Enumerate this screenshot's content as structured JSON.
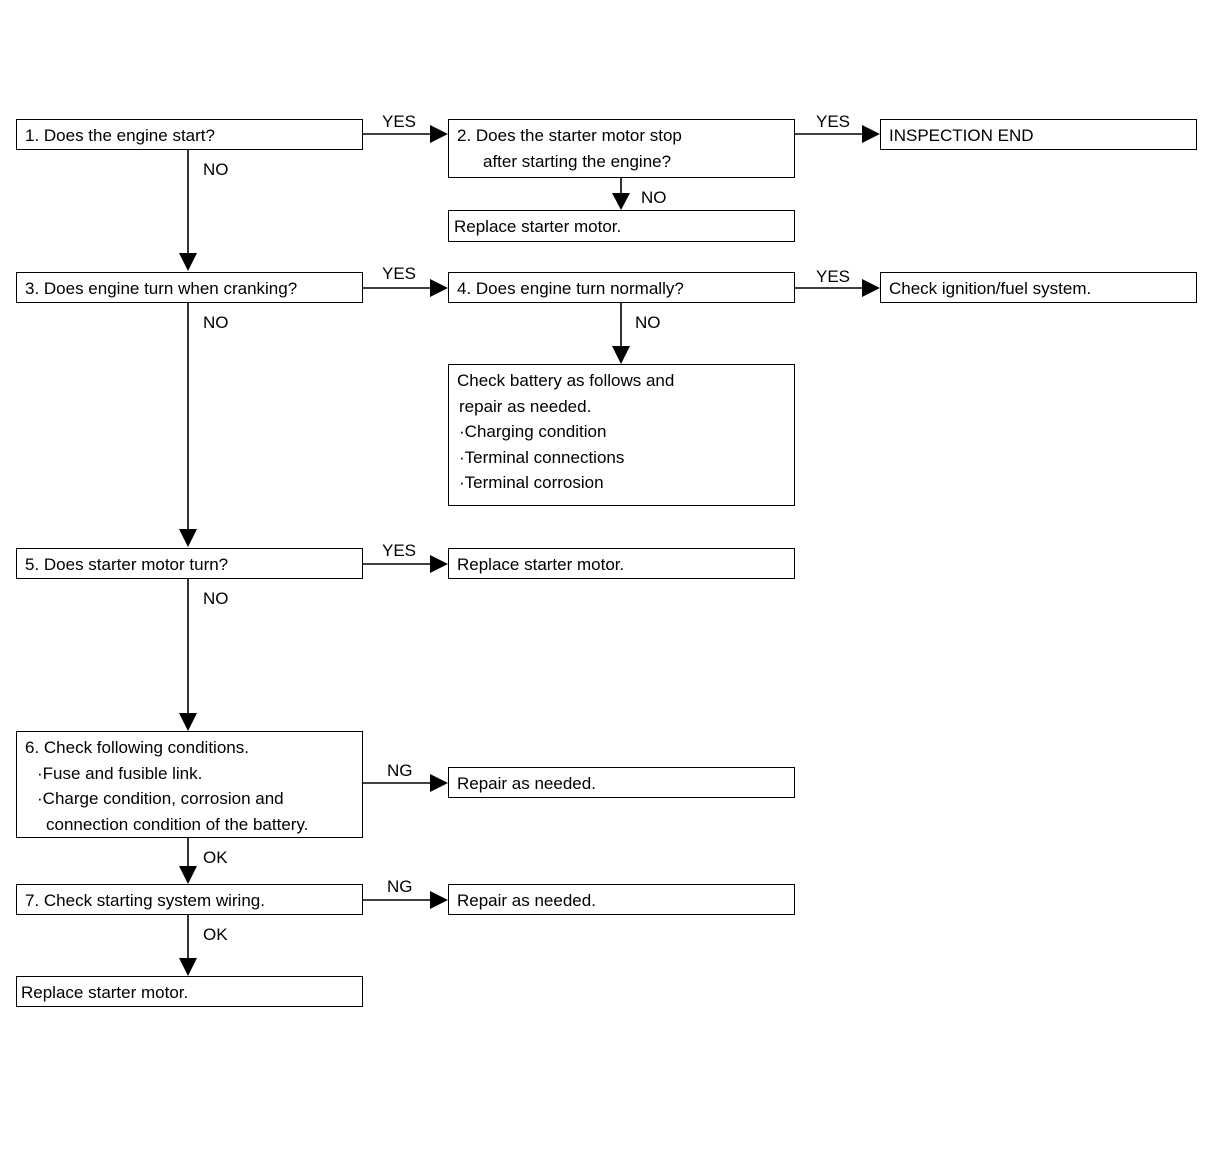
{
  "flowchart": {
    "nodes": {
      "q1": {
        "lines": [
          "1. Does the engine start?"
        ]
      },
      "q2": {
        "lines": [
          "2. Does the starter motor stop",
          "after starting the engine?"
        ]
      },
      "end": {
        "lines": [
          "INSPECTION END"
        ]
      },
      "replace_a": {
        "lines": [
          "Replace starter motor."
        ]
      },
      "q3": {
        "lines": [
          "3. Does engine turn when cranking?"
        ]
      },
      "q4": {
        "lines": [
          "4. Does engine turn normally?"
        ]
      },
      "ignition": {
        "lines": [
          "Check ignition/fuel system."
        ]
      },
      "battery": {
        "lines": [
          "Check battery as follows and",
          "repair as needed.",
          "·Charging condition",
          "·Terminal connections",
          "·Terminal corrosion"
        ]
      },
      "q5": {
        "lines": [
          "5. Does starter motor turn?"
        ]
      },
      "replace_b": {
        "lines": [
          "Replace starter motor."
        ]
      },
      "q6": {
        "lines": [
          "6. Check following conditions.",
          "·Fuse and fusible link.",
          "·Charge condition, corrosion and",
          "connection condition of the battery."
        ]
      },
      "repair_a": {
        "lines": [
          "Repair as needed."
        ]
      },
      "q7": {
        "lines": [
          "7. Check starting system wiring."
        ]
      },
      "repair_b": {
        "lines": [
          "Repair as needed."
        ]
      },
      "replace_c": {
        "lines": [
          "Replace starter motor."
        ]
      }
    },
    "edge_labels": {
      "q1_q2": "YES",
      "q2_end": "YES",
      "q1_q3": "NO",
      "q2_replace": "NO",
      "q3_q4": "YES",
      "q4_ignition": "YES",
      "q4_battery": "NO",
      "q3_q5": "NO",
      "q5_replace": "YES",
      "q5_q6": "NO",
      "q6_repair": "NG",
      "q6_q7": "OK",
      "q7_repair": "NG",
      "q7_replace": "OK"
    }
  }
}
